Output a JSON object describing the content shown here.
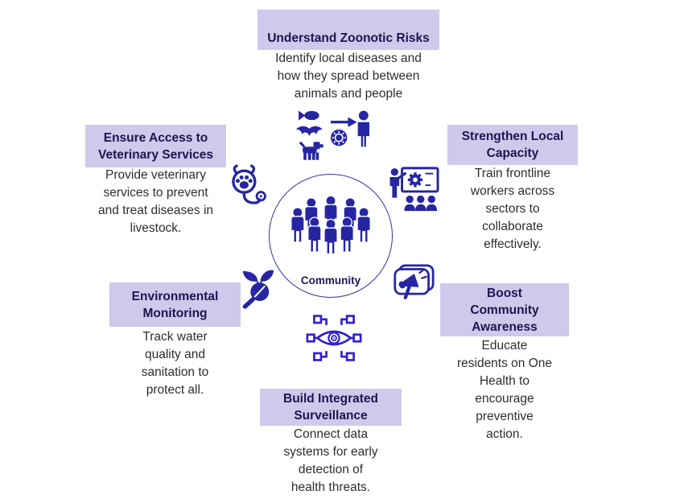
{
  "title": "One Health Community Diagram",
  "palette": {
    "highlight": "#cfc9eb",
    "heading_text": "#1c1650",
    "body_text": "#2e2e2e",
    "icon_navy": "#2626a3",
    "icon_indigo": "#2e1fd4",
    "circle_border": "#3333a8",
    "background": "#ffffff"
  },
  "center": {
    "label": "Community"
  },
  "nodes": {
    "top": {
      "title": "Understand Zoonotic Risks",
      "desc": "Identify local diseases and\nhow they spread between\nanimals and people"
    },
    "top_left": {
      "title": "Ensure Access to\nVeterinary Services",
      "desc": "Provide veterinary\nservices to prevent\nand treat diseases in\nlivestock."
    },
    "top_right": {
      "title": "Strengthen Local\nCapacity",
      "desc": "Train frontline\nworkers across\nsectors to\ncollaborate\neffectively."
    },
    "bottom_left": {
      "title": "Environmental\nMonitoring",
      "desc": "Track water\nquality and\nsanitation to\nprotect all."
    },
    "bottom_right": {
      "title": "Boost\nCommunity\nAwareness",
      "desc": "Educate\nresidents on One\nHealth to\nencourage\npreventive\naction."
    },
    "bottom": {
      "title": "Build Integrated\nSurveillance",
      "desc": "Connect data\nsystems for early\ndetection of\nhealth threats."
    }
  },
  "icons": {
    "center": "community-people-group-icon",
    "top": "zoonotic-transmission-icon",
    "top_left": "veterinary-stethoscope-paw-icon",
    "top_right": "training-presentation-icon",
    "bottom_left": "environment-leaf-magnifier-icon",
    "bottom_right": "megaphone-announcement-icon",
    "bottom": "surveillance-network-eye-icon"
  }
}
